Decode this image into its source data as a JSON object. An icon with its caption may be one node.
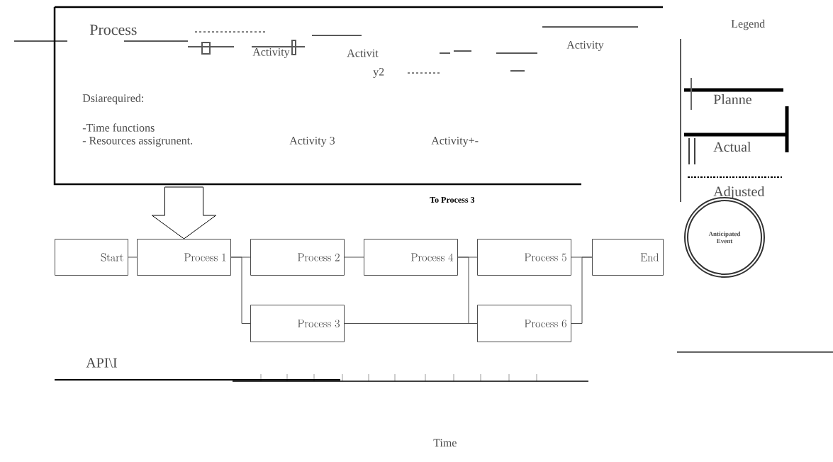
{
  "diagram": {
    "nodes": [
      {
        "text": [
          "Process",
          "Dsiarequired:",
          "-Time functions",
          "- Resources assigrunent."
        ]
      },
      {
        "text": [
          "Start"
        ]
      },
      {
        "text": [
          "Process 1"
        ]
      },
      {
        "text": [
          "Process 2"
        ]
      },
      {
        "text": [
          "Process 4"
        ]
      },
      {
        "text": [
          "Process 5"
        ]
      },
      {
        "text": [
          "End"
        ]
      },
      {
        "text": [
          "Process 3"
        ]
      },
      {
        "text": [
          "Process 6"
        ]
      },
      {
        "text": [
          "Anticipated Event"
        ]
      }
    ],
    "edges": [
      {
        "from": 0,
        "to": 2,
        "arrow": "to"
      },
      {
        "from": 1,
        "to": 2,
        "arrow": "none"
      },
      {
        "from": 2,
        "to": 3,
        "arrow": "none"
      },
      {
        "from": 2,
        "to": 7,
        "arrow": "none"
      },
      {
        "from": 3,
        "to": 4,
        "arrow": "none"
      },
      {
        "from": 4,
        "to": 5,
        "arrow": "none"
      },
      {
        "from": 4,
        "to": 8,
        "arrow": "none"
      },
      {
        "from": 7,
        "to": 8,
        "arrow": "none"
      },
      {
        "from": 5,
        "to": 6,
        "arrow": "none"
      },
      {
        "from": 8,
        "to": 6,
        "arrow": "none"
      }
    ],
    "labels": [
      "Legend",
      "Activity",
      "Activit",
      "y2",
      "Activity",
      "Activity 3",
      "Activity+-",
      "To Process 3",
      "API\\I",
      "Time"
    ],
    "legend": [
      {
        "text": "Planne"
      },
      {
        "text": "Actual"
      },
      {
        "text": "Adjusted"
      }
    ]
  }
}
